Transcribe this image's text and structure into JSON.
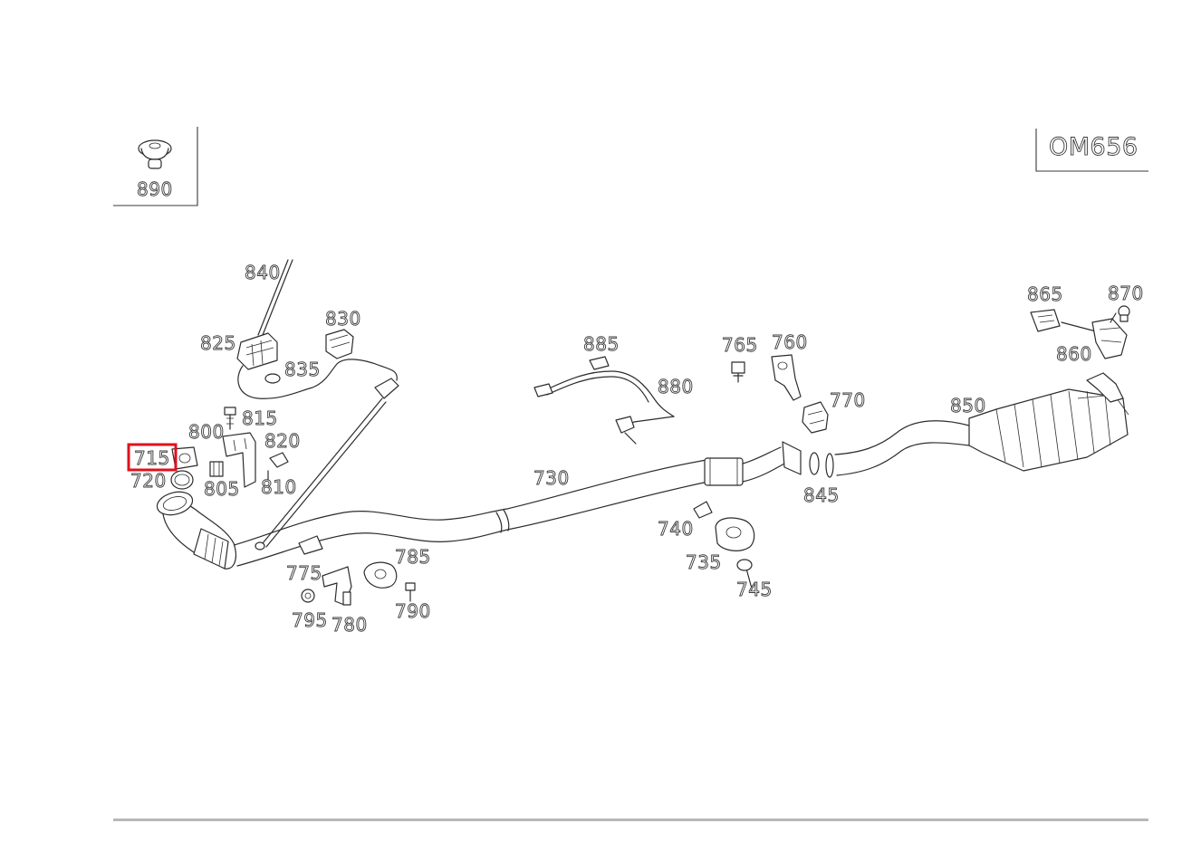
{
  "engine_code": "OM656",
  "highlight_color": "#e0101c",
  "callouts": {
    "p890": "890",
    "p840": "840",
    "p825": "825",
    "p830": "830",
    "p835": "835",
    "p815": "815",
    "p800": "800",
    "p820": "820",
    "p715": "715",
    "p720": "720",
    "p805": "805",
    "p810": "810",
    "p885": "885",
    "p880": "880",
    "p730": "730",
    "p765": "765",
    "p760": "760",
    "p770": "770",
    "p850": "850",
    "p865": "865",
    "p870": "870",
    "p860": "860",
    "p845": "845",
    "p740": "740",
    "p735": "735",
    "p745": "745",
    "p775": "775",
    "p785": "785",
    "p795": "795",
    "p780": "780",
    "p790": "790"
  },
  "highlighted_part": "715"
}
